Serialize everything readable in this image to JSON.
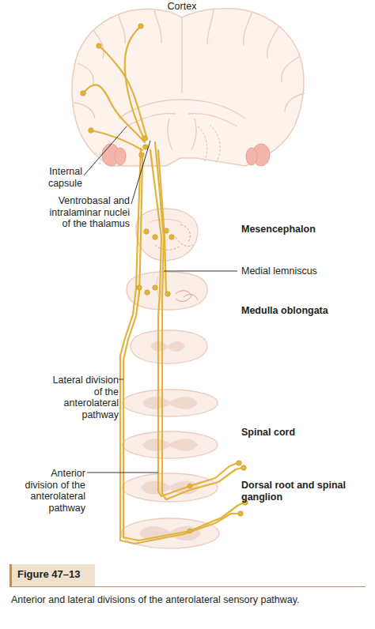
{
  "diagram": {
    "title": "Figure 47–13",
    "caption": "Anterior and lateral divisions of the anterolateral sensory pathway.",
    "labels": [
      "Cortex",
      "Internal capsule",
      "Ventrobasal and intralaminar nuclei of the thalamus",
      "Mesencephalon",
      "Medial lemniscus",
      "Medulla oblongata",
      "Lateral division of the anterolateral pathway",
      "Spinal cord",
      "Anterior division of the anterolateral pathway",
      "Dorsal root and spinal ganglion"
    ]
  }
}
